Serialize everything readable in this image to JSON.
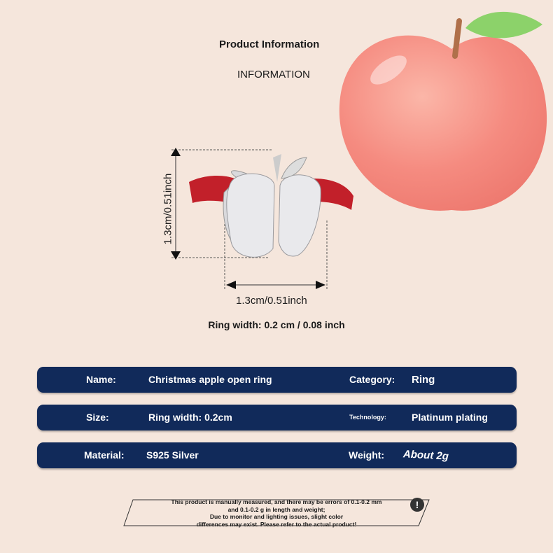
{
  "header": {
    "title": "Product Information",
    "subtitle": "INFORMATION"
  },
  "dimensions": {
    "height_label": "1.3cm/0.51inch",
    "width_label": "1.3cm/0.51inch",
    "ring_width": "Ring width: 0.2 cm / 0.08 inch"
  },
  "specs": [
    {
      "label1": "Name:",
      "value1": "Christmas apple open ring",
      "label2": "Category:",
      "value2": "Ring"
    },
    {
      "label1": "Size:",
      "value1": "Ring width: 0.2cm",
      "label2": "Technology:",
      "value2": "Platinum plating"
    },
    {
      "label1": "Material:",
      "value1": "S925 Silver",
      "label2": "Weight:",
      "value2": "About 2g"
    }
  ],
  "disclaimer": {
    "line1": "This product is manually measured, and there may be errors of 0.1-0.2 mm",
    "line2": "and 0.1-0.2 g in length and weight;",
    "line3": "Due to monitor and lighting issues, slight color",
    "line4": "differences may exist. Please refer to the actual product!",
    "icon": "!"
  },
  "colors": {
    "row_bg": "#112a5a",
    "background": "#f5e6dc",
    "apple": "#f0837a"
  }
}
